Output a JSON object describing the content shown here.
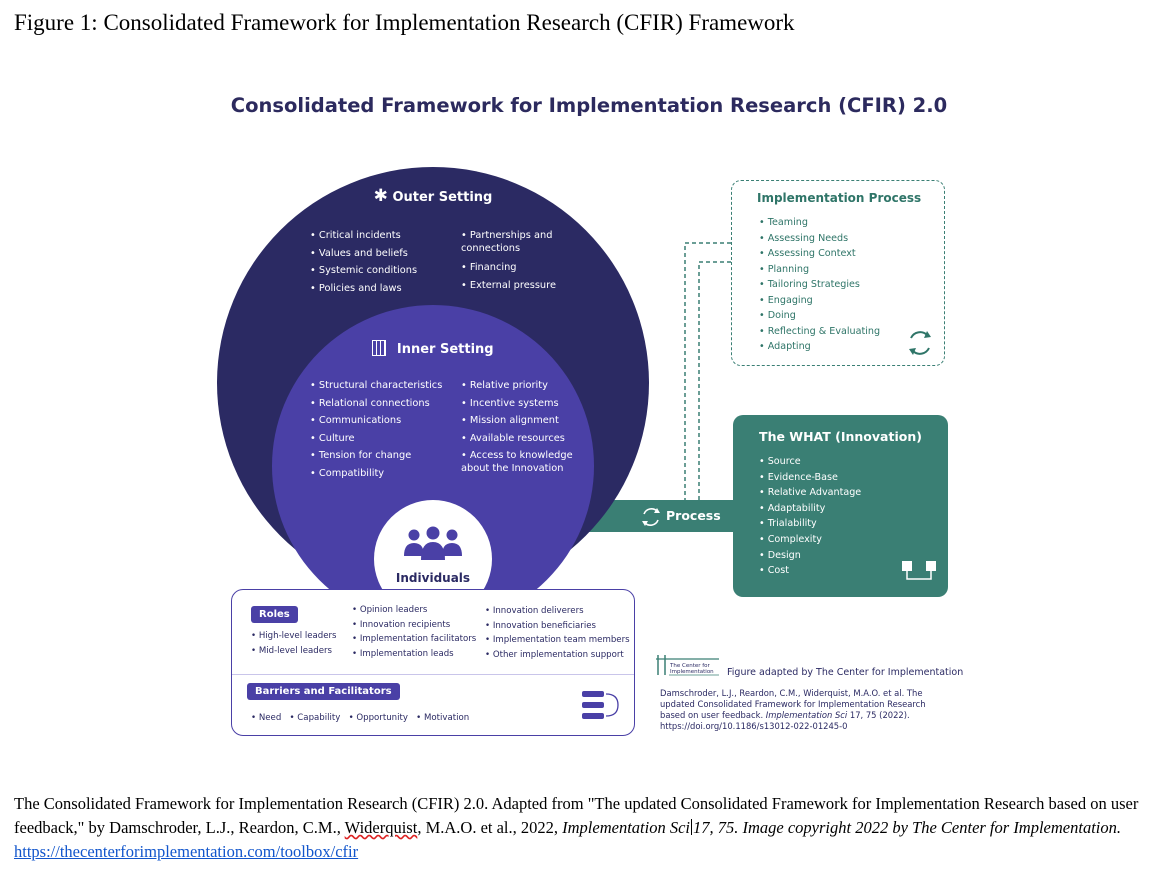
{
  "figure_caption": "Figure 1: Consolidated Framework for Implementation Research (CFIR) Framework",
  "diagram": {
    "title": "Consolidated Framework for Implementation Research (CFIR) 2.0",
    "outer_setting": {
      "heading": "Outer Setting",
      "left_items": [
        "Critical incidents",
        "Values and beliefs",
        "Systemic conditions",
        "Policies and laws"
      ],
      "right_items": [
        "Partnerships and connections",
        "Financing",
        "External pressure"
      ]
    },
    "inner_setting": {
      "heading": "Inner Setting",
      "left_items": [
        "Structural characteristics",
        "Relational connections",
        "Communications",
        "Culture",
        "Tension for change",
        "Compatibility"
      ],
      "right_items": [
        "Relative priority",
        "Incentive systems",
        "Mission alignment",
        "Available resources",
        "Access to knowledge about the Innovation"
      ]
    },
    "individuals": {
      "heading": "Individuals",
      "roles_label": "Roles",
      "roles": [
        "High-level leaders",
        "Mid-level leaders"
      ],
      "col2": [
        "Opinion leaders",
        "Innovation recipients",
        "Implementation facilitators",
        "Implementation leads"
      ],
      "col3": [
        "Innovation deliverers",
        "Innovation beneficiaries",
        "Implementation team members",
        "Other implementation support"
      ],
      "barriers_label": "Barriers and Facilitators",
      "barriers": [
        "Need",
        "Capability",
        "Opportunity",
        "Motivation"
      ]
    },
    "implementation_process": {
      "heading": "Implementation Process",
      "items": [
        "Teaming",
        "Assessing Needs",
        "Assessing Context",
        "Planning",
        "Tailoring Strategies",
        "Engaging",
        "Doing",
        "Reflecting & Evaluating",
        "Adapting"
      ]
    },
    "innovation": {
      "heading": "The WHAT (Innovation)",
      "items": [
        "Source",
        "Evidence-Base",
        "Relative Advantage",
        "Adaptability",
        "Trialability",
        "Complexity",
        "Design",
        "Cost"
      ]
    },
    "process_label": "Process",
    "logo_text": "The Center for Implementation",
    "adapted_by": "Figure adapted by The Center for Implementation",
    "citation": {
      "authors": "Damschroder, L.J., Reardon, C.M., Widerquist, M.A.O. et al. The updated Consolidated Framework for Implementation Research based on user feedback.",
      "journal": "Implementation Sci",
      "volume_pages": "17, 75 (2022).",
      "doi": "https://doi.org/10.1186/s13012-022-01245-0"
    }
  },
  "bottom_caption": {
    "text1": "The Consolidated Framework for Implementation Research (CFIR) 2.0. Adapted from \"The updated Consolidated Framework for Implementation Research based on user feedback,\" by Damschroder, L.J., Reardon, C.M., ",
    "misspelled": "Widerquist",
    "text2": ", M.A.O. et al., 2022, ",
    "journal": "Implementation Sci",
    "text3": "17, 75. Image copyright 2022 by The Center for Implementation. ",
    "link": "https://thecenterforimplementation.com/toolbox/cfir"
  },
  "colors": {
    "outer": "#2b2a63",
    "inner": "#4a40a6",
    "teal": "#3a7f74",
    "teal_text": "#2f7568",
    "link": "#1155cc"
  }
}
